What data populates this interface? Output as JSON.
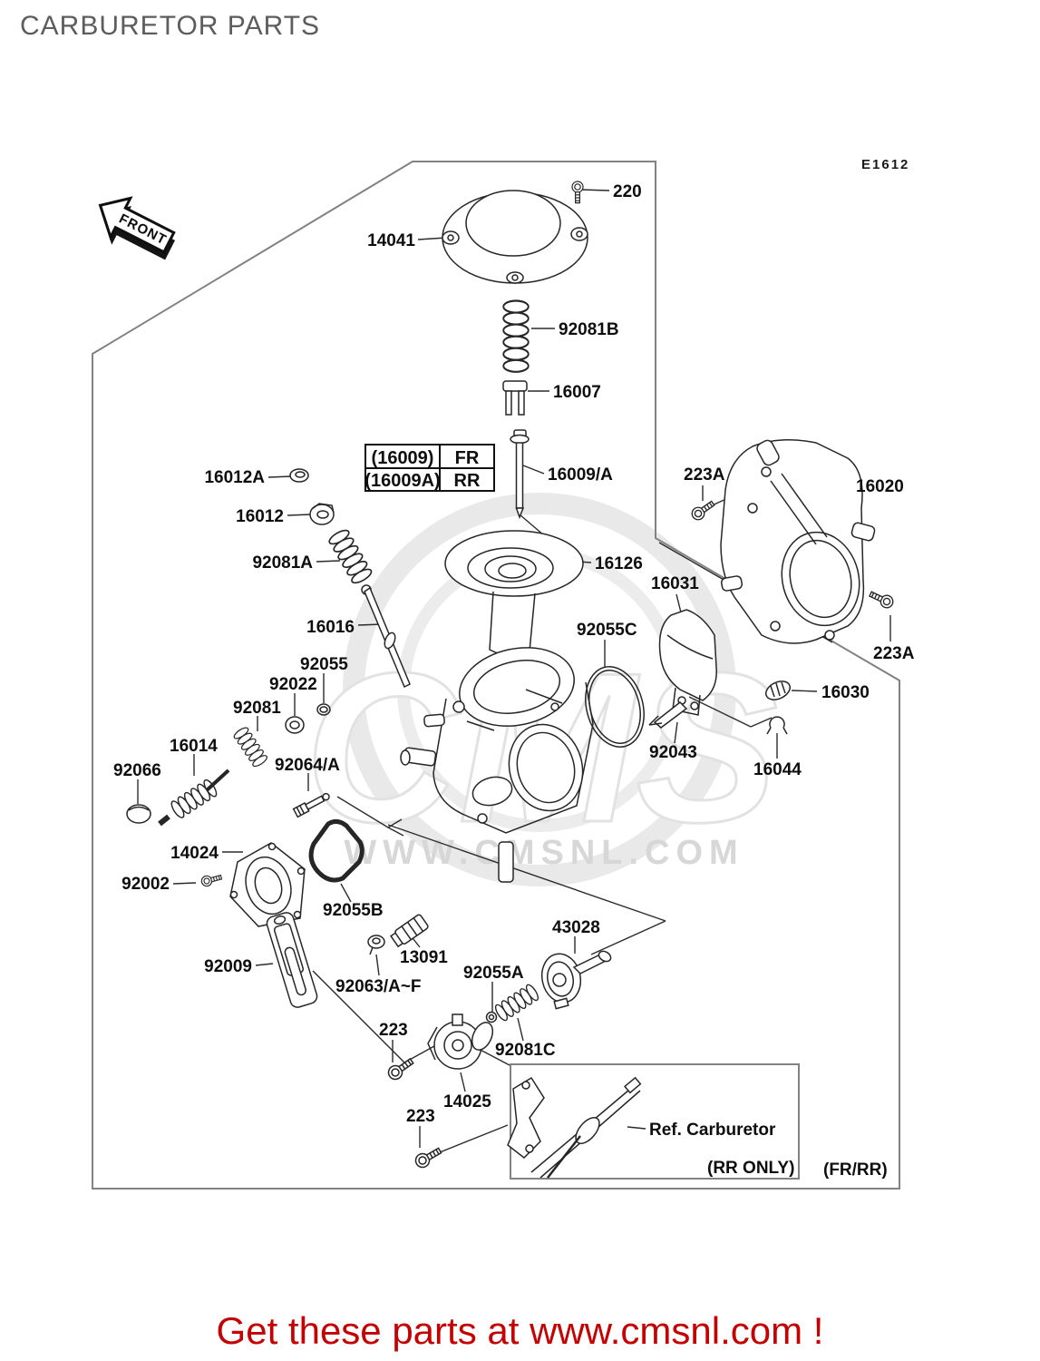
{
  "page": {
    "title": "CARBURETOR PARTS",
    "diagram_code": "E1612",
    "footer_link": "Get these parts at www.cmsnl.com !"
  },
  "colors": {
    "title_gray": "#5d5d5d",
    "footer_red": "#c40000",
    "line_black": "#262626",
    "border_gray": "#828282",
    "watermark_gray": "#d7d7d7"
  },
  "front_marker": "FRONT",
  "watermark": {
    "brand": "CMS",
    "url": "WWW.CMSNL.COM"
  },
  "variant_table": {
    "rows": [
      {
        "code": "(16009)",
        "pos": "FR"
      },
      {
        "code": "(16009A)",
        "pos": "RR"
      }
    ]
  },
  "notes": {
    "ref_carburetor": "Ref. Carburetor",
    "rr_only": "(RR ONLY)",
    "fr_rr": "(FR/RR)"
  },
  "labels": {
    "p220": "220",
    "p14041": "14041",
    "p92081B": "92081B",
    "p16007": "16007",
    "p16009": "16009/A",
    "p16012A": "16012A",
    "p16012": "16012",
    "p92081A": "92081A",
    "p16126": "16126",
    "p16016": "16016",
    "p92055": "92055",
    "p92022": "92022",
    "p92081": "92081",
    "p16014": "16014",
    "p92066": "92066",
    "p92064": "92064/A",
    "p14024": "14024",
    "p92002": "92002",
    "p92055B": "92055B",
    "p92009": "92009",
    "p92063": "92063/A~F",
    "p13091": "13091",
    "p92055A": "92055A",
    "p43028": "43028",
    "p92081C": "92081C",
    "p223_1": "223",
    "p14025": "14025",
    "p223_2": "223",
    "p16031": "16031",
    "p92055C": "92055C",
    "p92043": "92043",
    "p16030": "16030",
    "p16044": "16044",
    "p16020": "16020",
    "p223A_1": "223A",
    "p223A_2": "223A"
  }
}
